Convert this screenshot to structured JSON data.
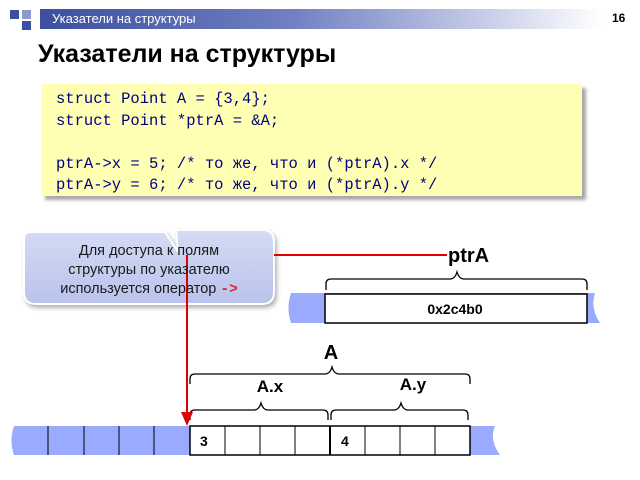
{
  "header": {
    "title": "Указатели на структуры",
    "page_number": "16"
  },
  "slide": {
    "title": "Указатели на структуры"
  },
  "code": {
    "lines": [
      "struct Point A = {3,4};",
      "struct Point *ptrA = &A;",
      "",
      "ptrA->x = 5; /* то же, что и (*ptrA).x */",
      "ptrA->y = 6; /* то же, что и (*ptrA).y */"
    ]
  },
  "callout": {
    "line1": "Для доступа к полям",
    "line2": "структуры по указателю",
    "line3_prefix": "используется оператор ",
    "operator": "->"
  },
  "diagram": {
    "ptr_label": "ptrA",
    "ptr_value": "0x2c4b0",
    "struct_label": "A",
    "field_x_label": "A.x",
    "field_y_label": "A.y",
    "field_x_value": "3",
    "field_y_value": "4"
  },
  "colors": {
    "arrow": "#e00000",
    "code_bg": "#ffffb4",
    "memory_fill": "#99aaff",
    "header_bar": "#3c4fa0"
  }
}
